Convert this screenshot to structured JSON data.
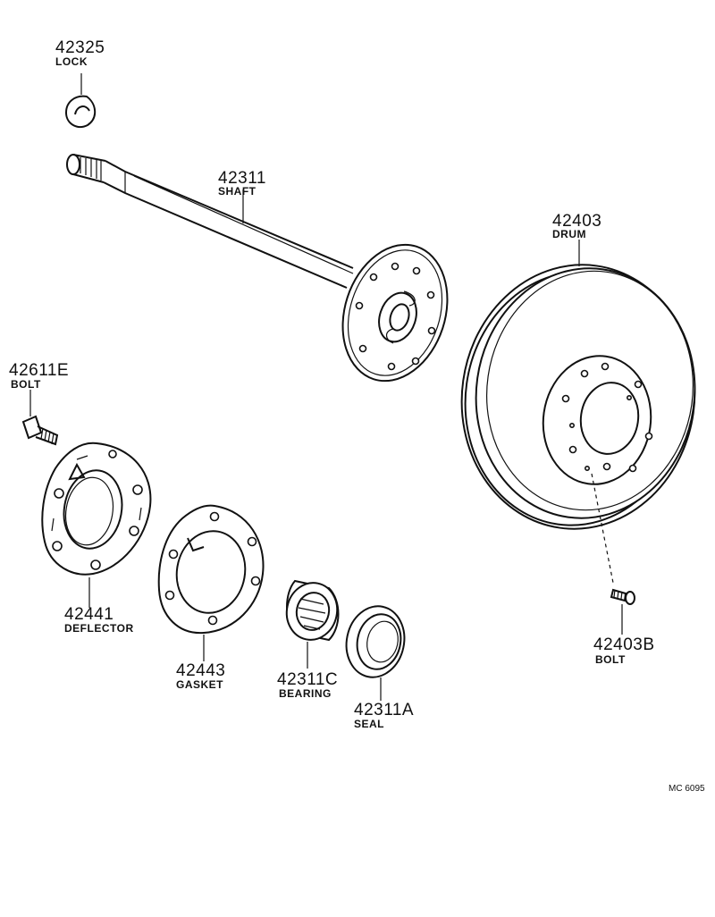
{
  "parts": [
    {
      "id": "lock",
      "number": "42325",
      "name": "LOCK"
    },
    {
      "id": "shaft",
      "number": "42311",
      "name": "SHAFT"
    },
    {
      "id": "drum",
      "number": "42403",
      "name": "DRUM"
    },
    {
      "id": "bolt-hub",
      "number": "42611E",
      "name": "BOLT"
    },
    {
      "id": "deflector",
      "number": "42441",
      "name": "DEFLECTOR"
    },
    {
      "id": "gasket",
      "number": "42443",
      "name": "GASKET"
    },
    {
      "id": "bearing",
      "number": "42311C",
      "name": "BEARING"
    },
    {
      "id": "seal",
      "number": "42311A",
      "name": "SEAL"
    },
    {
      "id": "bolt-drum",
      "number": "42403B",
      "name": "BOLT"
    }
  ],
  "diagram_code": "MC 6095",
  "line_color": "#111111"
}
